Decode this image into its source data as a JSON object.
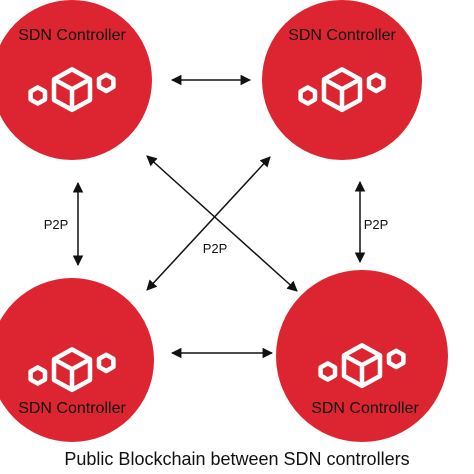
{
  "diagram": {
    "caption": "Public Blockchain between SDN controllers",
    "colors": {
      "node_fill": "#dc2530",
      "icon_fill": "#ffffff",
      "edge_color": "#111111",
      "text_color": "#111111",
      "background": "#ffffff"
    },
    "nodes": [
      {
        "id": "top-left",
        "label": "SDN Controller",
        "icon": "blockchain-icon"
      },
      {
        "id": "top-right",
        "label": "SDN Controller",
        "icon": "blockchain-icon"
      },
      {
        "id": "bottom-left",
        "label": "SDN Controller",
        "icon": "blockchain-icon"
      },
      {
        "id": "bottom-right",
        "label": "SDN Controller",
        "icon": "blockchain-icon"
      }
    ],
    "edges": [
      {
        "from": "top-left",
        "to": "top-right",
        "label": ""
      },
      {
        "from": "bottom-left",
        "to": "bottom-right",
        "label": ""
      },
      {
        "from": "top-left",
        "to": "bottom-left",
        "label": "P2P"
      },
      {
        "from": "top-right",
        "to": "bottom-right",
        "label": "P2P"
      },
      {
        "from": "top-left",
        "to": "bottom-right",
        "label": "P2P"
      },
      {
        "from": "top-right",
        "to": "bottom-left",
        "label": ""
      }
    ]
  }
}
